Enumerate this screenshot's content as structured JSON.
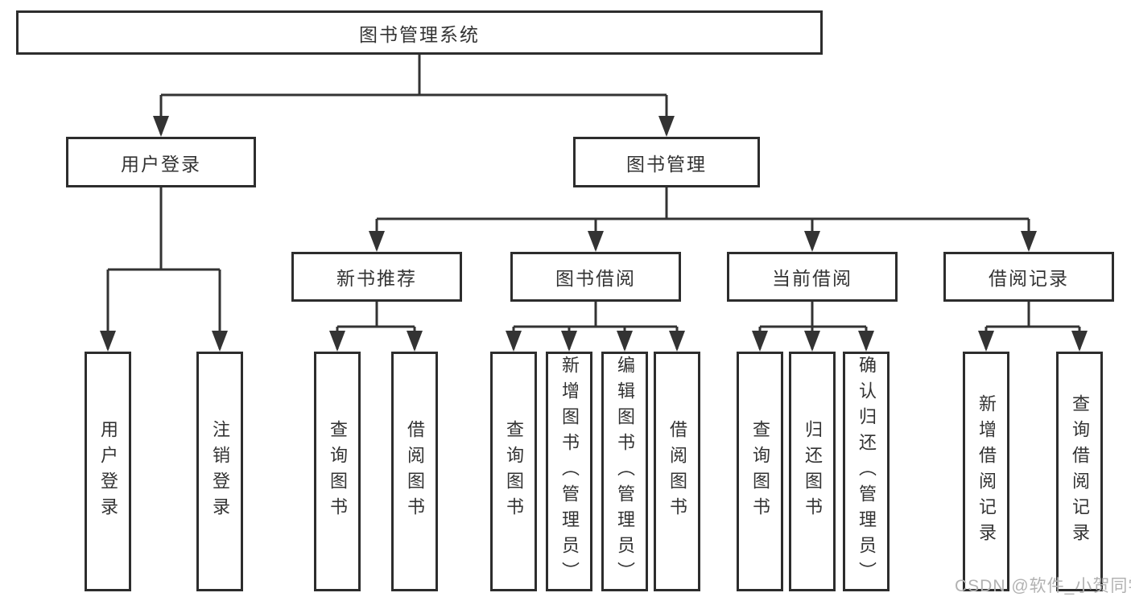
{
  "colors": {
    "background": "#ffffff",
    "box_border": "#2d2d2d",
    "connector_line": "#333333",
    "text": "#333333",
    "watermark": "#b2b2b2"
  },
  "tree": {
    "root": {
      "label": "图书管理系统"
    },
    "children": [
      {
        "label": "用户登录",
        "children": [
          {
            "label": "用户登录"
          },
          {
            "label": "注销登录"
          }
        ]
      },
      {
        "label": "图书管理",
        "children": [
          {
            "label": "新书推荐",
            "children": [
              {
                "label": "查询图书"
              },
              {
                "label": "借阅图书"
              }
            ]
          },
          {
            "label": "图书借阅",
            "children": [
              {
                "label": "查询图书"
              },
              {
                "label": "新增图书（管理员）"
              },
              {
                "label": "编辑图书（管理员）"
              },
              {
                "label": "借阅图书"
              }
            ]
          },
          {
            "label": "当前借阅",
            "children": [
              {
                "label": "查询图书"
              },
              {
                "label": "归还图书"
              },
              {
                "label": "确认归还（管理员）"
              }
            ]
          },
          {
            "label": "借阅记录",
            "children": [
              {
                "label": "新增借阅记录"
              },
              {
                "label": "查询借阅记录"
              }
            ]
          }
        ]
      }
    ]
  },
  "watermark": {
    "text": "CSDN @软件_小贺同学"
  }
}
